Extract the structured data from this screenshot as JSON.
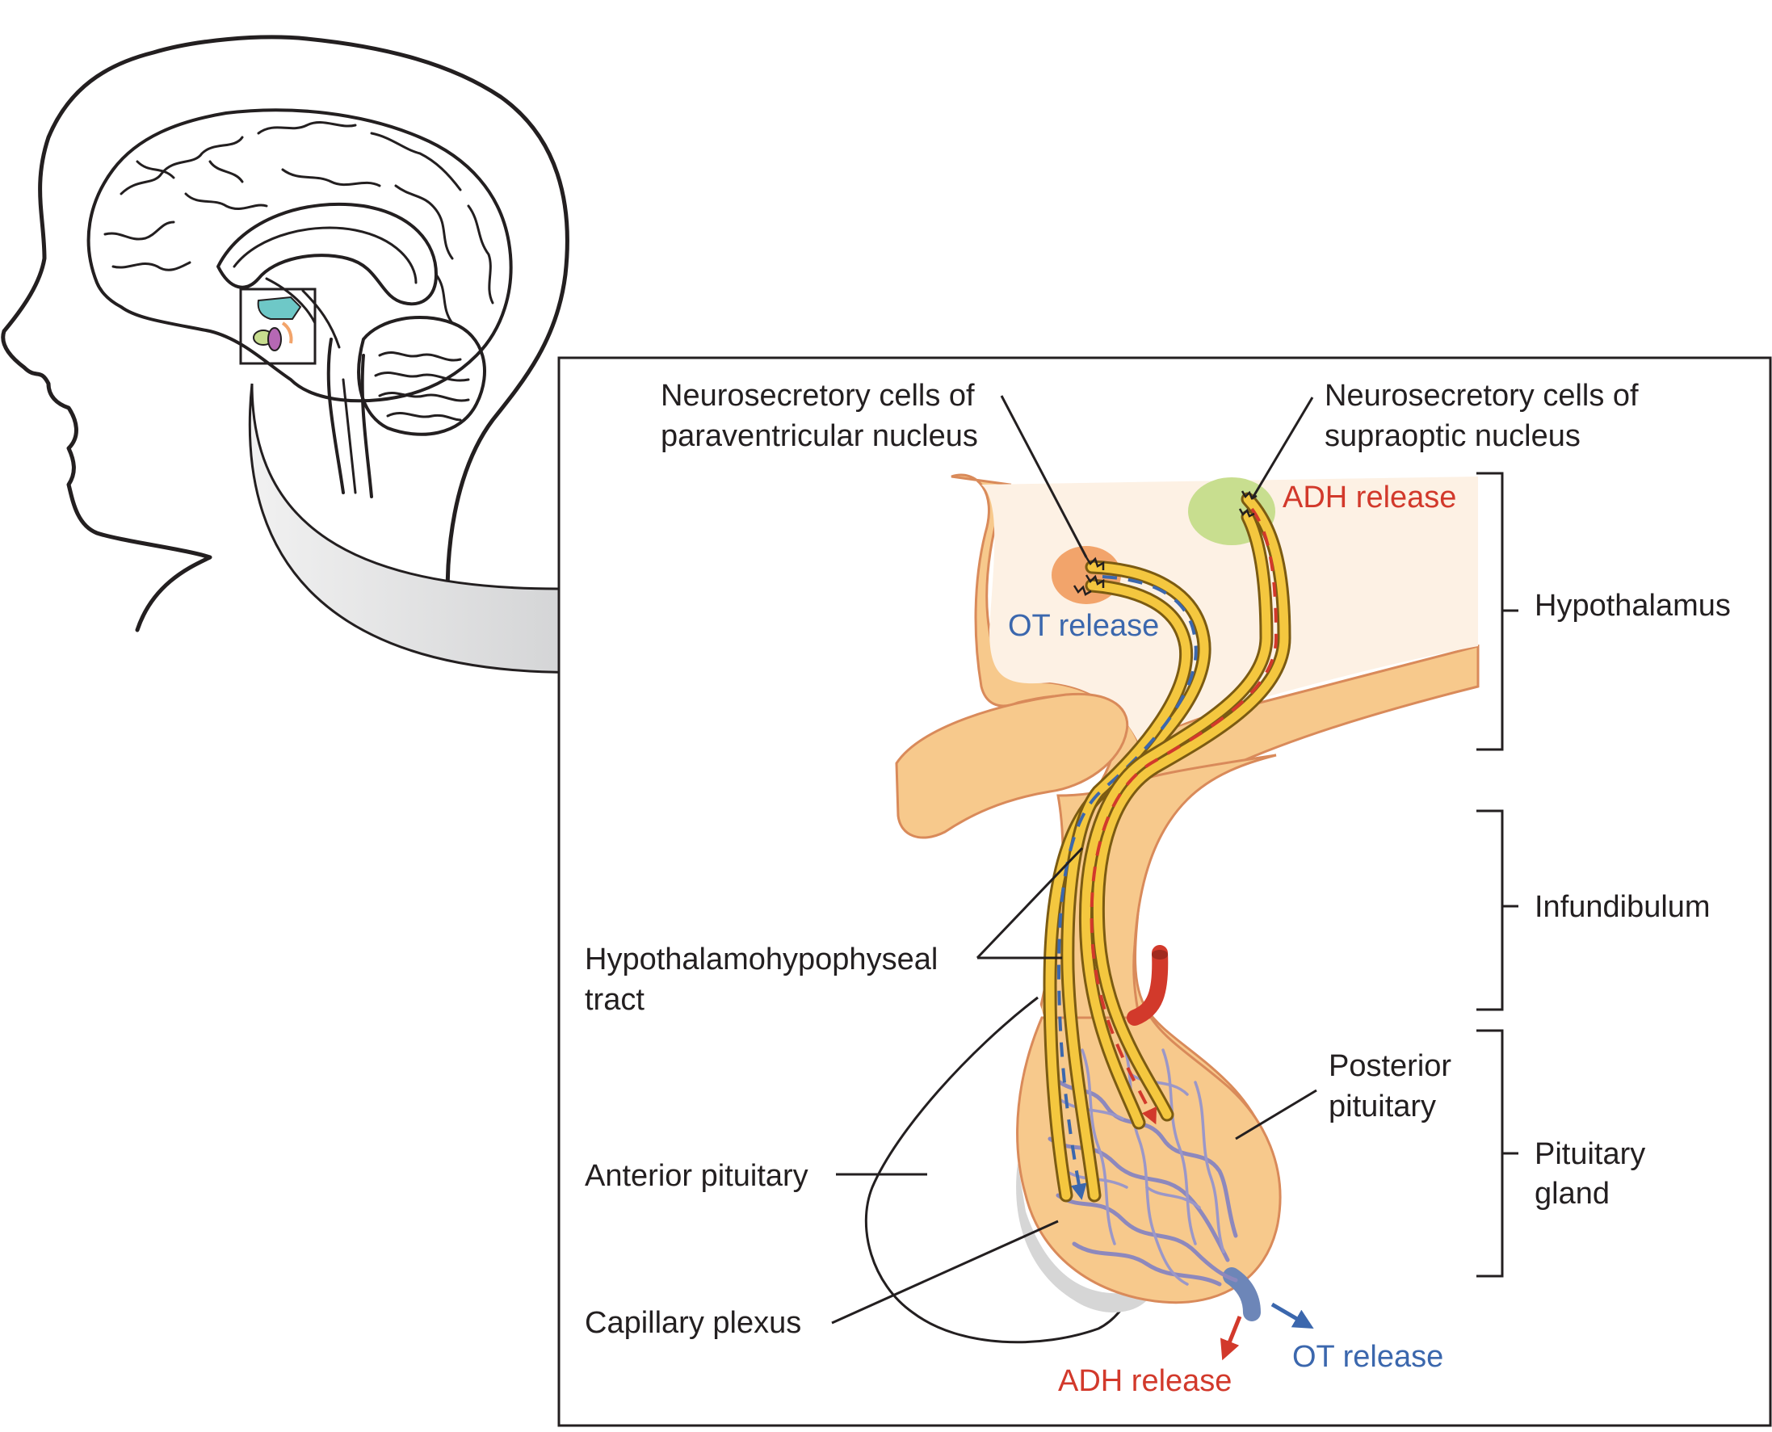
{
  "labels": {
    "paraventricular_line1": "Neurosecretory cells of",
    "paraventricular_line2": "paraventricular nucleus",
    "supraoptic_line1": "Neurosecretory cells of",
    "supraoptic_line2": "supraoptic nucleus",
    "adh_release_top": "ADH release",
    "ot_release_top": "OT release",
    "hypothalamus": "Hypothalamus",
    "infundibulum": "Infundibulum",
    "pituitary_gland_line1": "Pituitary",
    "pituitary_gland_line2": "gland",
    "tract_line1": "Hypothalamohypophyseal",
    "tract_line2": "tract",
    "posterior_line1": "Posterior",
    "posterior_line2": "pituitary",
    "anterior": "Anterior pituitary",
    "capillary": "Capillary plexus",
    "adh_release_bottom": "ADH release",
    "ot_release_bottom": "OT release"
  },
  "colors": {
    "adh": "#d2392b",
    "ot": "#3b67ad",
    "tissue": "#f7c98c",
    "hypothalamus_fill": "#fdf1e4",
    "supraoptic_nucleus": "#c8de8f",
    "paraventricular_nucleus": "#f2a46b",
    "capillary": "#8d88bd",
    "axon": "#f4c73f"
  },
  "icons": [
    "zoom-arrow",
    "brain-outline",
    "head-profile"
  ]
}
